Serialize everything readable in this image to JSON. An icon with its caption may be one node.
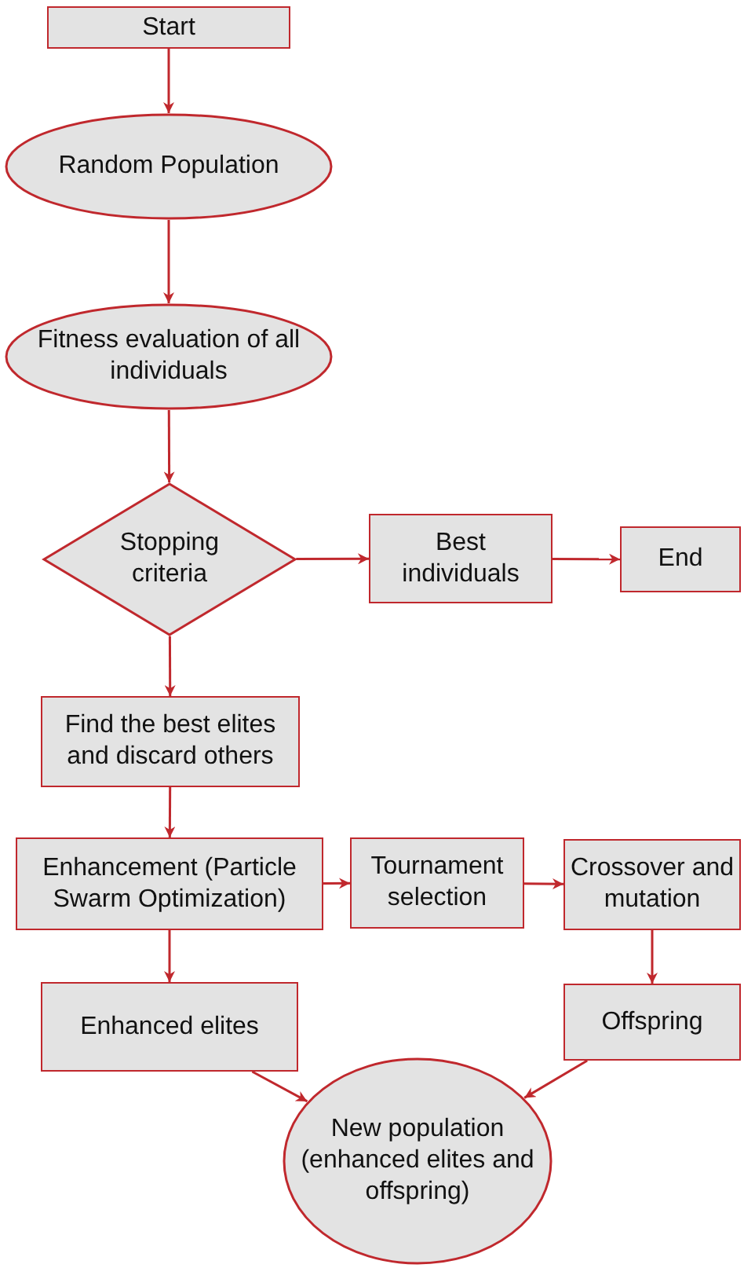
{
  "diagram": {
    "nodes": [
      {
        "text": [
          "Start"
        ]
      },
      {
        "text": [
          "Random Population"
        ]
      },
      {
        "text": [
          "Fitness evaluation of all individuals"
        ]
      },
      {
        "text": [
          "Stopping criteria"
        ]
      },
      {
        "text": [
          "Best individuals"
        ]
      },
      {
        "text": [
          "End"
        ]
      },
      {
        "text": [
          "Find the best elites and discard others"
        ]
      },
      {
        "text": [
          "Enhancement (Particle Swarm Optimization)"
        ]
      },
      {
        "text": [
          "Tournament selection"
        ]
      },
      {
        "text": [
          "Crossover and mutation"
        ]
      },
      {
        "text": [
          "Enhanced elites"
        ]
      },
      {
        "text": [
          "Offspring"
        ]
      },
      {
        "text": [
          "New population (enhanced elites and offspring)"
        ]
      }
    ],
    "edges": [
      {
        "from": 0,
        "to": 1,
        "arrow": "to"
      },
      {
        "from": 1,
        "to": 2,
        "arrow": "to"
      },
      {
        "from": 2,
        "to": 3,
        "arrow": "to"
      },
      {
        "from": 3,
        "to": 4,
        "arrow": "to"
      },
      {
        "from": 4,
        "to": 5,
        "arrow": "to"
      },
      {
        "from": 3,
        "to": 6,
        "arrow": "to"
      },
      {
        "from": 6,
        "to": 7,
        "arrow": "to"
      },
      {
        "from": 7,
        "to": 8,
        "arrow": "to"
      },
      {
        "from": 8,
        "to": 9,
        "arrow": "to"
      },
      {
        "from": 7,
        "to": 10,
        "arrow": "to"
      },
      {
        "from": 9,
        "to": 11,
        "arrow": "to"
      },
      {
        "from": 10,
        "to": 12,
        "arrow": "to"
      },
      {
        "from": 11,
        "to": 12,
        "arrow": "to"
      }
    ]
  }
}
